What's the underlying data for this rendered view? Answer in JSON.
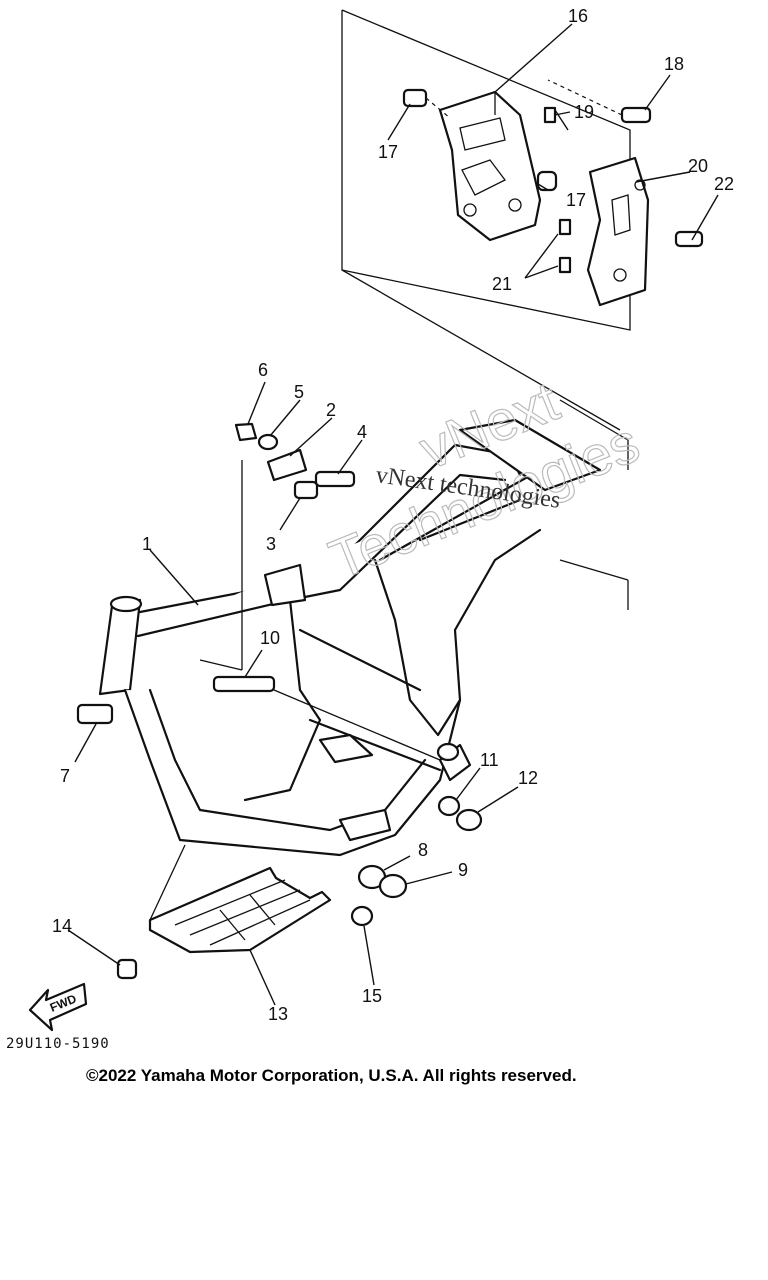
{
  "callouts": {
    "p1": "1",
    "p2": "2",
    "p3": "3",
    "p4": "4",
    "p5": "5",
    "p6": "6",
    "p7": "7",
    "p8": "8",
    "p9": "9",
    "p10": "10",
    "p11": "11",
    "p12": "12",
    "p13": "13",
    "p14": "14",
    "p15": "15",
    "p16": "16",
    "p17a": "17",
    "p17b": "17",
    "p18": "18",
    "p19": "19",
    "p20": "20",
    "p21": "21",
    "p22": "22"
  },
  "fwd_label": "FWD",
  "document_id": "29U110-5190",
  "watermark": {
    "line1": "vNext technologies",
    "line2": "vNext",
    "line3": "Technologies"
  },
  "copyright": "©2022 Yamaha Motor Corporation, U.S.A. All rights reserved."
}
